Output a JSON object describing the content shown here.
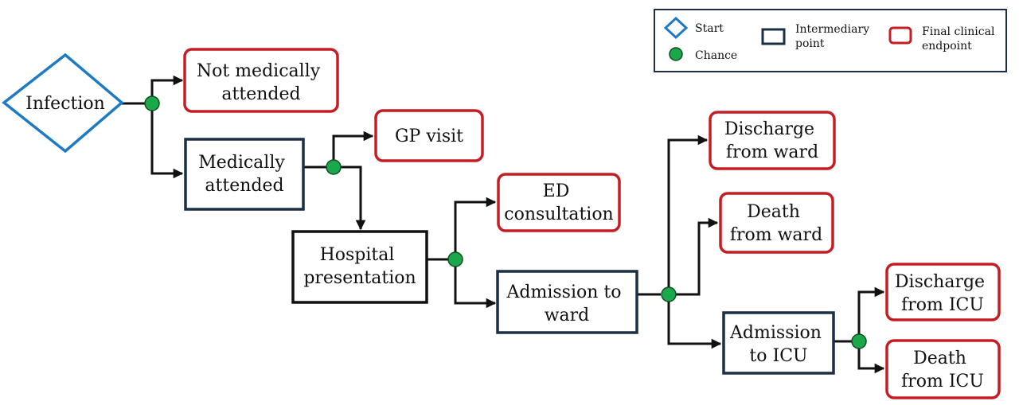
{
  "legend": {
    "start": "Start",
    "chance": "Chance",
    "intermediary": [
      "Intermediary",
      "point"
    ],
    "final": [
      "Final clinical",
      "endpoint"
    ]
  },
  "nodes": {
    "infection": [
      "Infection"
    ],
    "not_medically_attended": [
      "Not medically",
      "attended"
    ],
    "medically_attended": [
      "Medically",
      "attended"
    ],
    "gp_visit": [
      "GP visit"
    ],
    "hospital_presentation": [
      "Hospital",
      "presentation"
    ],
    "ed_consultation": [
      "ED",
      "consultation"
    ],
    "admission_to_ward": [
      "Admission to",
      "ward"
    ],
    "discharge_from_ward": [
      "Discharge",
      "from ward"
    ],
    "death_from_ward": [
      "Death",
      "from ward"
    ],
    "admission_to_icu": [
      "Admission",
      "to ICU"
    ],
    "discharge_from_icu": [
      "Discharge",
      "from ICU"
    ],
    "death_from_icu": [
      "Death",
      "from ICU"
    ]
  },
  "colors": {
    "start": "#1f7ac4",
    "chance": "#1aa84a",
    "intermediary": "#1b2f45",
    "final": "#c41e24",
    "edge": "#111111"
  }
}
